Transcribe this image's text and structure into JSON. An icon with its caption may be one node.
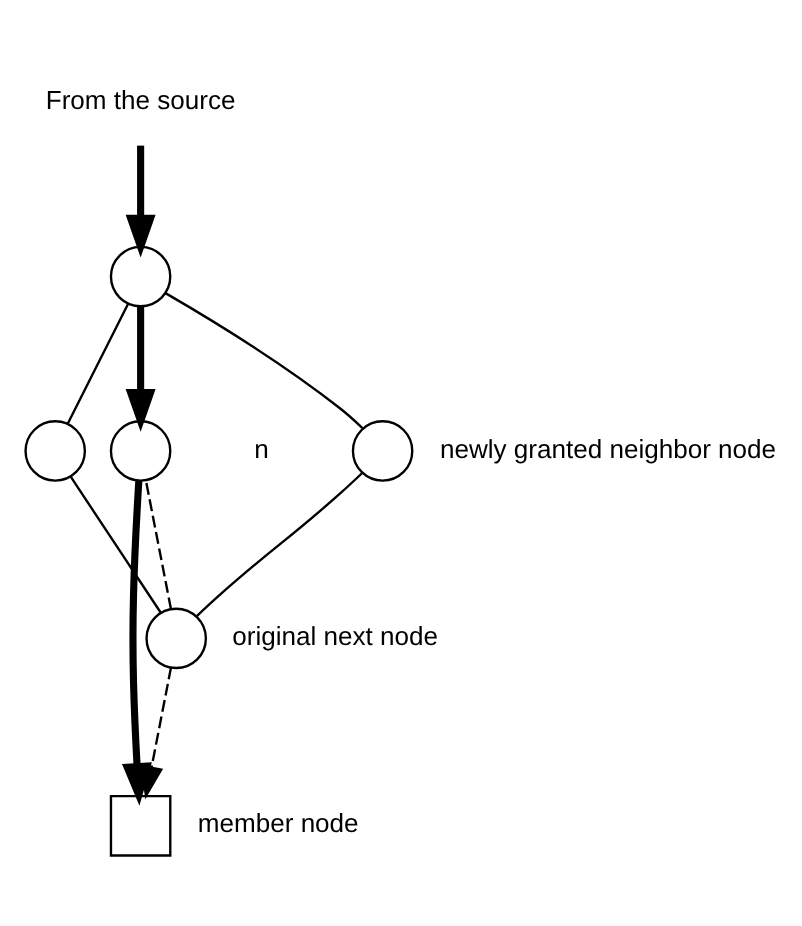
{
  "diagram": {
    "nodes": [
      {
        "text": [
          "From the source"
        ]
      },
      {
        "text": [],
        "shape": "circle"
      },
      {
        "text": [],
        "shape": "circle"
      },
      {
        "text": [],
        "shape": "circle",
        "beside": [
          "n"
        ]
      },
      {
        "text": [],
        "shape": "circle",
        "beside": [
          "newly granted neighbor node"
        ]
      },
      {
        "text": [],
        "shape": "circle",
        "beside": [
          "original next node"
        ]
      },
      {
        "text": [],
        "shape": "box",
        "beside": [
          "member node"
        ]
      }
    ],
    "edges": [
      {
        "from": 0,
        "to": 1,
        "arrow": "to",
        "style": "thick"
      },
      {
        "from": 1,
        "to": 3,
        "arrow": "to",
        "style": "thick"
      },
      {
        "from": 3,
        "to": 6,
        "arrow": "to",
        "style": "thick"
      },
      {
        "from": 1,
        "to": 4,
        "arrow": "none"
      },
      {
        "from": 4,
        "to": 5,
        "arrow": "none"
      },
      {
        "from": 5,
        "to": 2,
        "arrow": "none"
      },
      {
        "from": 2,
        "to": 1,
        "arrow": "none"
      },
      {
        "from": 5,
        "to": 3,
        "arrow": "none",
        "style": "dashed"
      },
      {
        "from": 5,
        "to": 6,
        "arrow": "to",
        "style": "dashed"
      }
    ]
  }
}
